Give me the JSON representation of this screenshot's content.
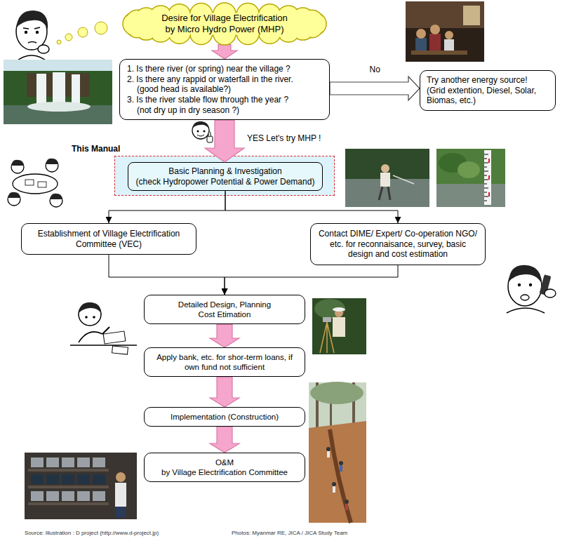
{
  "diagram": {
    "nodes": [
      {
        "text": [
          "Desire for Village Electrification by Micro Hydro Power (MHP)"
        ]
      },
      {
        "text": [
          "1. Is there river (or spring) near the village ?",
          "2. Is there any rappid or waterfall in the river. (good head is available?)",
          "3. Is the river stable flow through the year ? (not dry up in dry season ?)"
        ]
      },
      {
        "text": [
          "Try another energy source!",
          "(Grid extention, Diesel, Solar, Biomas, etc.)"
        ]
      },
      {
        "text": [
          "This Manual"
        ]
      },
      {
        "text": [
          "Basic Planning & Investigation",
          "(check Hydropower Potential & Power Demand)"
        ],
        "in": 3
      },
      {
        "text": [
          "Establishment of Village Electrification Committee (VEC)"
        ]
      },
      {
        "text": [
          "Contact DIME/ Expert/ Co-operation NGO/ etc. for reconnaisance, survey, basic design and cost estimation"
        ]
      },
      {
        "text": [
          "Detailed Design, Planning Cost Etimation"
        ]
      },
      {
        "text": [
          "Apply bank, etc. for shor-term loans, if own fund not sufficient"
        ]
      },
      {
        "text": [
          "Implementation (Construction)"
        ]
      },
      {
        "text": [
          "O&M",
          "by Village Electrification Committee"
        ]
      }
    ],
    "edges": [
      {
        "from": 0,
        "to": 1,
        "arrow": "to"
      },
      {
        "from": 1,
        "to": 2,
        "arrow": "to",
        "label": "No"
      },
      {
        "from": 1,
        "to": 4,
        "arrow": "to",
        "label": "YES Let's try MHP !"
      },
      {
        "from": 4,
        "to": 5,
        "arrow": "to"
      },
      {
        "from": 4,
        "to": 6,
        "arrow": "to"
      },
      {
        "from": 5,
        "to": 7,
        "arrow": "to"
      },
      {
        "from": 6,
        "to": 7,
        "arrow": "to"
      },
      {
        "from": 7,
        "to": 8,
        "arrow": "to"
      },
      {
        "from": 8,
        "to": 9,
        "arrow": "to"
      },
      {
        "from": 9,
        "to": 10,
        "arrow": "to"
      }
    ],
    "labels": [
      "Source: Illustration : D project (http://www.d-project.jp)",
      "Photos: Myanmar RE, JICA / JICA Study Team"
    ]
  }
}
